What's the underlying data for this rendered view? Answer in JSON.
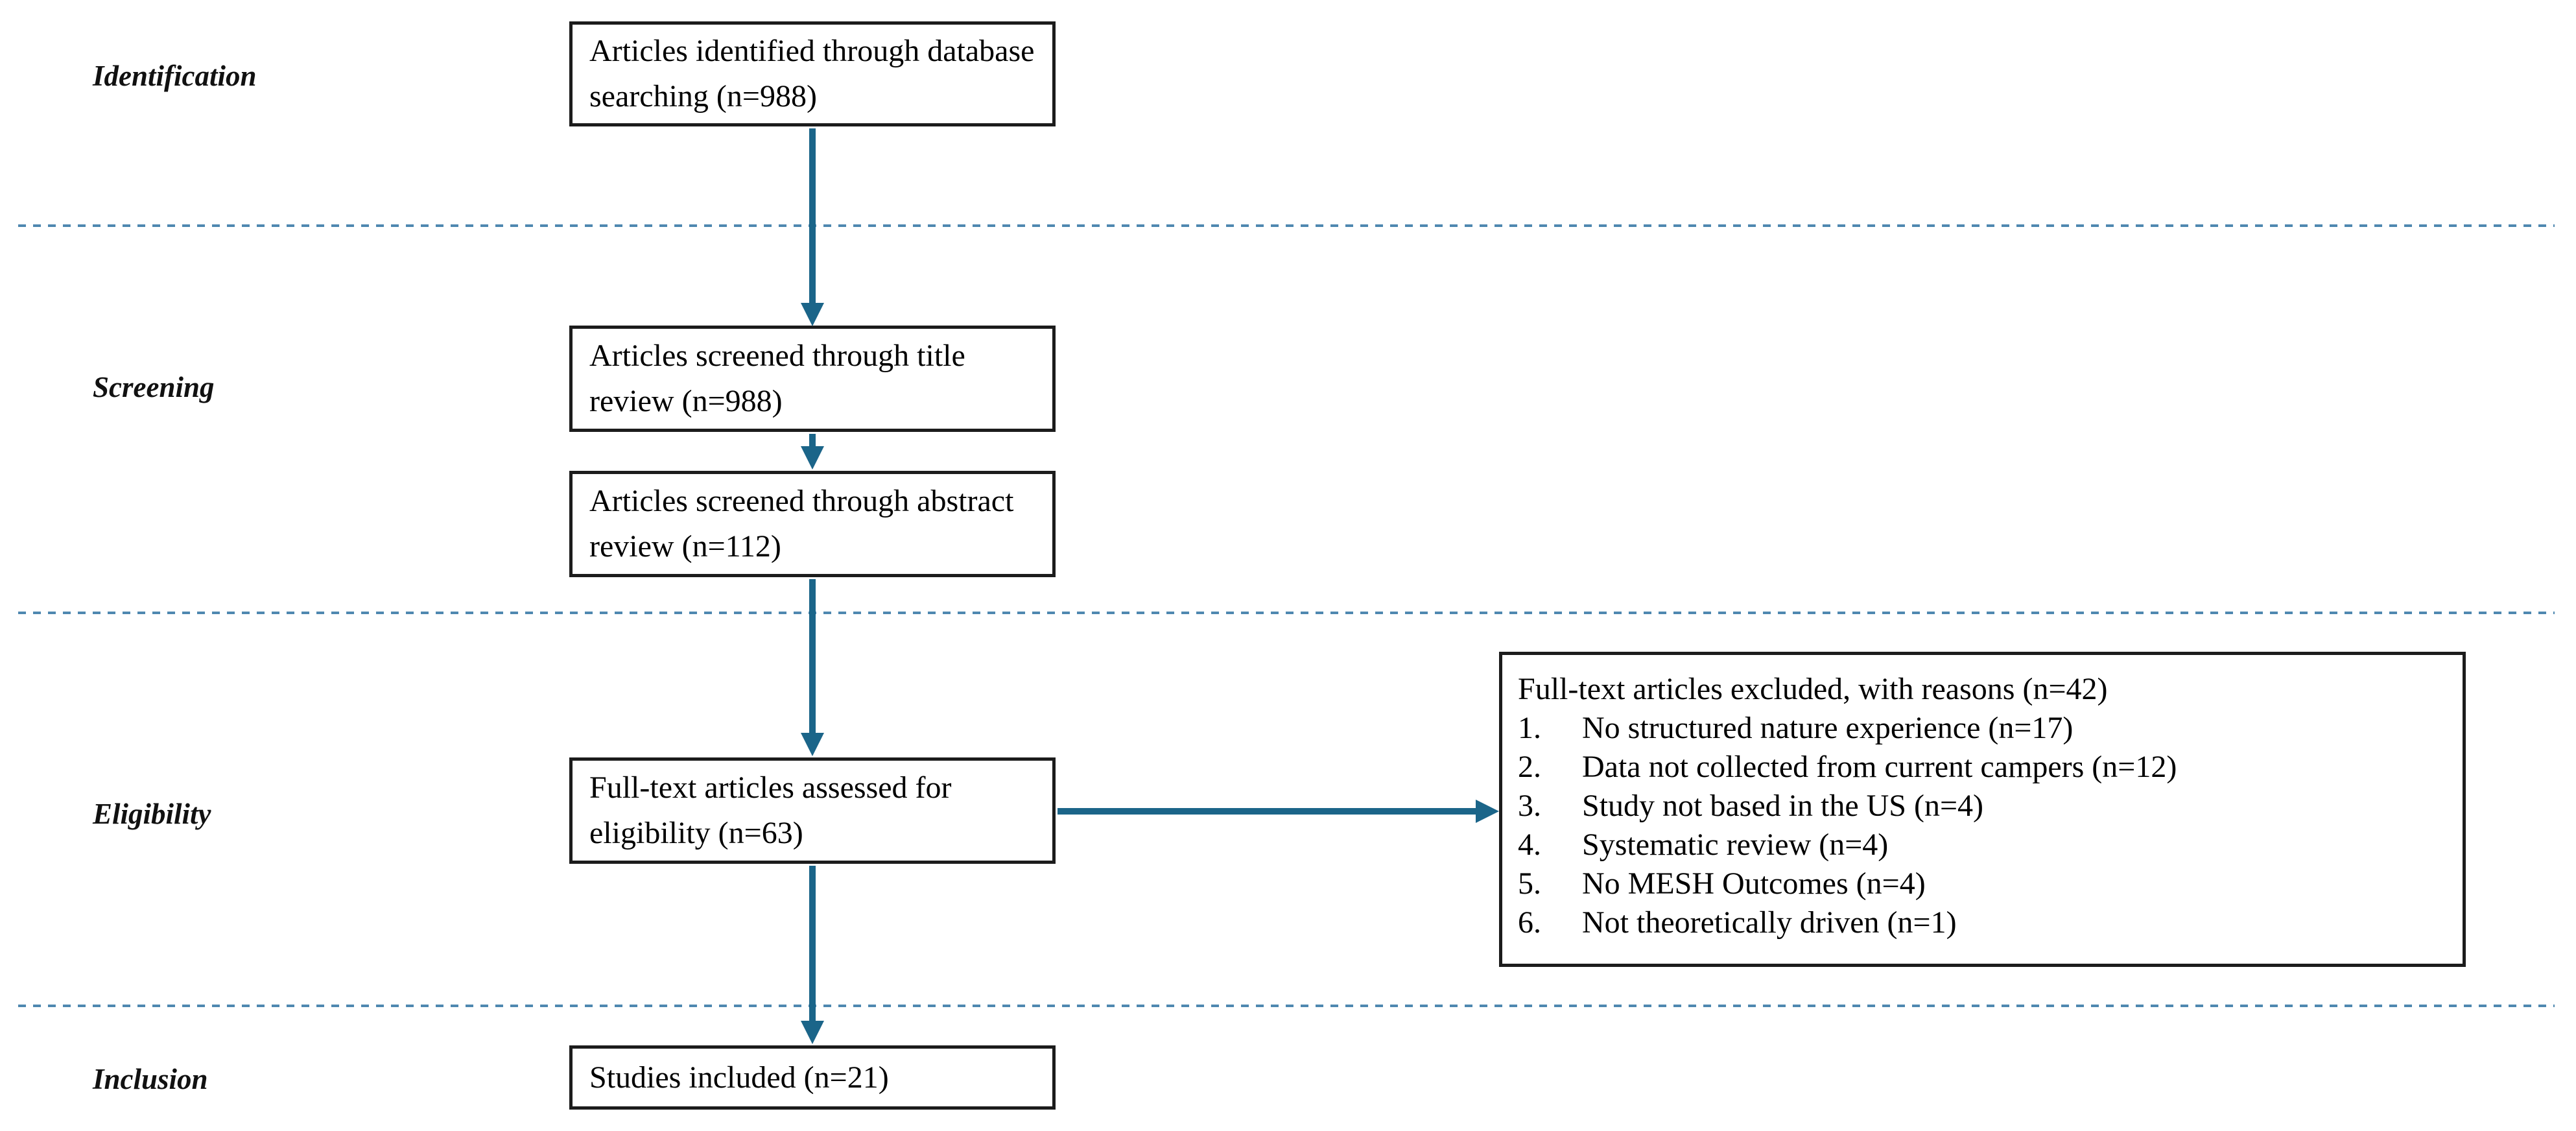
{
  "stages": [
    {
      "label": "Identification"
    },
    {
      "label": "Screening"
    },
    {
      "label": "Eligibility"
    },
    {
      "label": "Inclusion"
    }
  ],
  "boxes": {
    "identified": "Articles identified through database searching (n=988)",
    "title_review": "Articles screened through title review (n=988)",
    "abstract_review": "Articles screened through abstract review (n=112)",
    "fulltext_assessed": "Full-text articles assessed for eligibility (n=63)",
    "included": "Studies included (n=21)"
  },
  "excluded": {
    "title": "Full-text articles excluded, with reasons (n=42)",
    "reasons": [
      {
        "num": "1.",
        "text": "No structured nature experience (n=17)"
      },
      {
        "num": "2.",
        "text": "Data not collected from current campers (n=12)"
      },
      {
        "num": "3.",
        "text": "Study not based in the US (n=4)"
      },
      {
        "num": "4.",
        "text": "Systematic review (n=4)"
      },
      {
        "num": "5.",
        "text": "No MESH Outcomes (n=4)"
      },
      {
        "num": "6.",
        "text": "Not theoretically driven (n=1)"
      }
    ]
  },
  "colors": {
    "arrow": "#1b6589",
    "divider": "#4f88b0",
    "box_border": "#1c1c1c",
    "background": "#ffffff"
  }
}
